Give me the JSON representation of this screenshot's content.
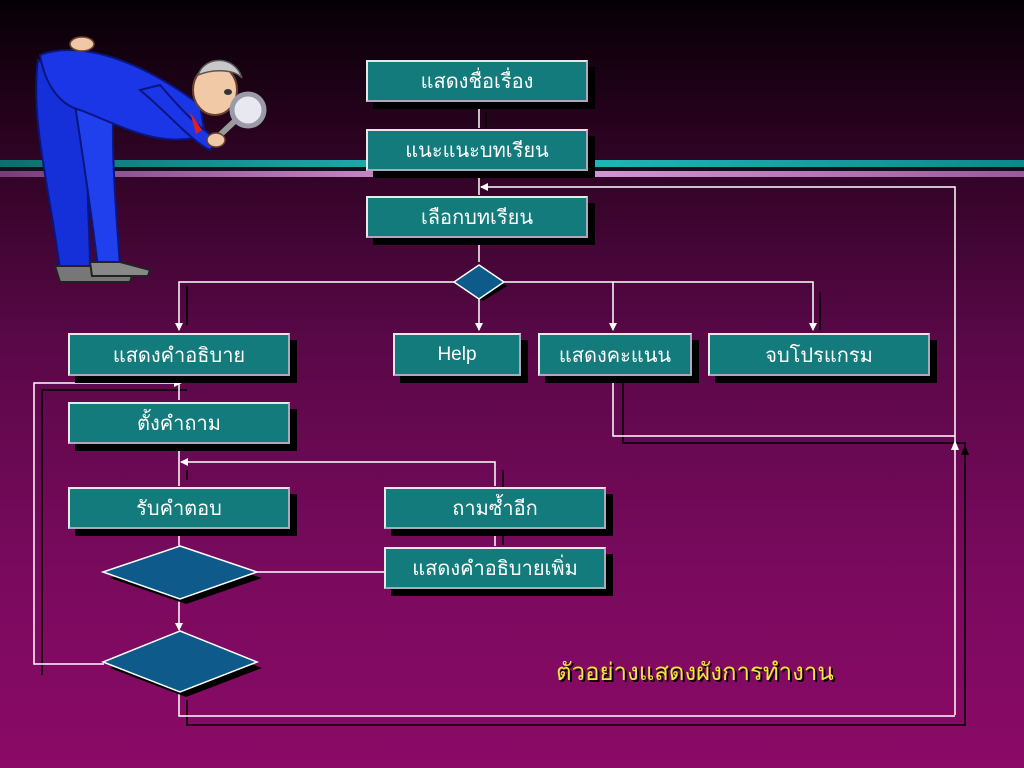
{
  "boxes": {
    "show_title": "แสดงชื่อเรื่อง",
    "intro_lesson": "แนะแนะบทเรียน",
    "choose_lesson": "เลือกบทเรียน",
    "show_explanation": "แสดงคำอธิบาย",
    "help": "Help",
    "show_score": "แสดงคะแนน",
    "end_program": "จบโปรแกรม",
    "ask_question": "ตั้งคำถาม",
    "receive_answer": "รับคำตอบ",
    "ask_again": "ถามซ้ำอีก",
    "show_more_explanation": "แสดงคำอธิบายเพิ่ม"
  },
  "caption": "ตัวอย่างแสดงผังการทำงาน",
  "colors": {
    "box_fill": "#137b7b",
    "diamond_fill": "#0e5a8a",
    "caption": "#f4e53a",
    "background": "#7a0a5e"
  },
  "icons": [
    "magnifying-glass-man-icon"
  ]
}
